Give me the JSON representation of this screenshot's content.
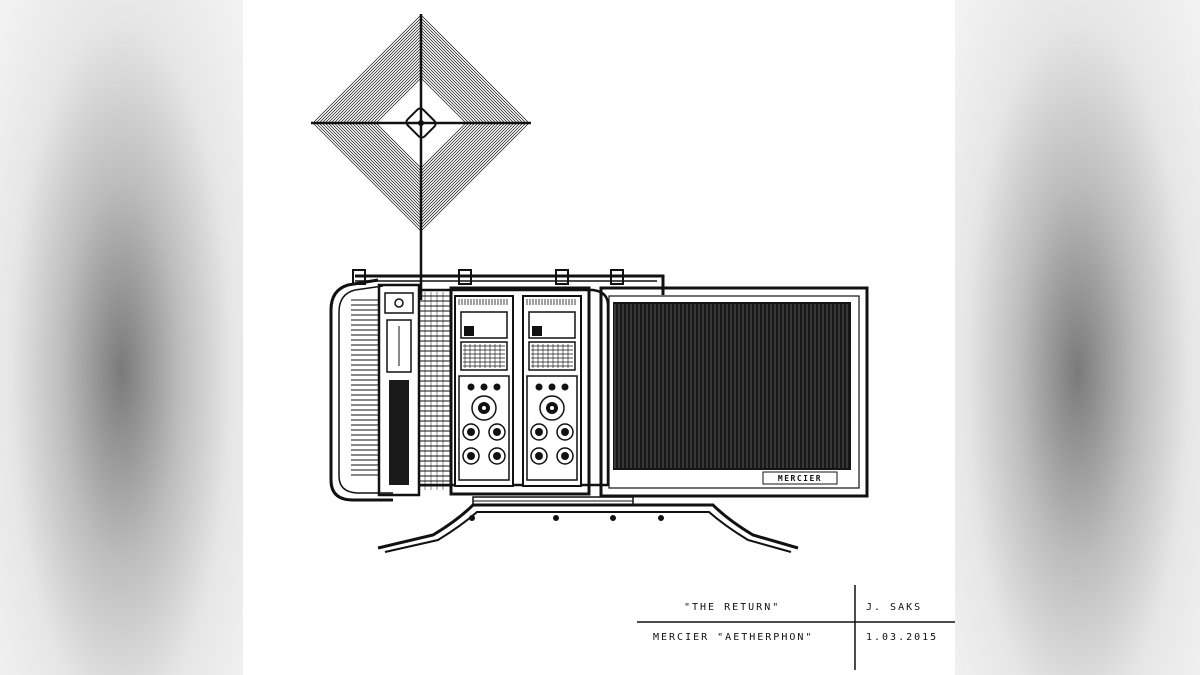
{
  "title_block": {
    "drawing_title": "\"THE RETURN\"",
    "artist": "J. SAKS",
    "subject": "MERCIER \"AETHERPHON\"",
    "date": "1.03.2015"
  },
  "device": {
    "brand_plate": "MERCIER"
  },
  "colors": {
    "ink": "#111111",
    "paper": "#ffffff",
    "background_blur": "#9a9a9a"
  }
}
